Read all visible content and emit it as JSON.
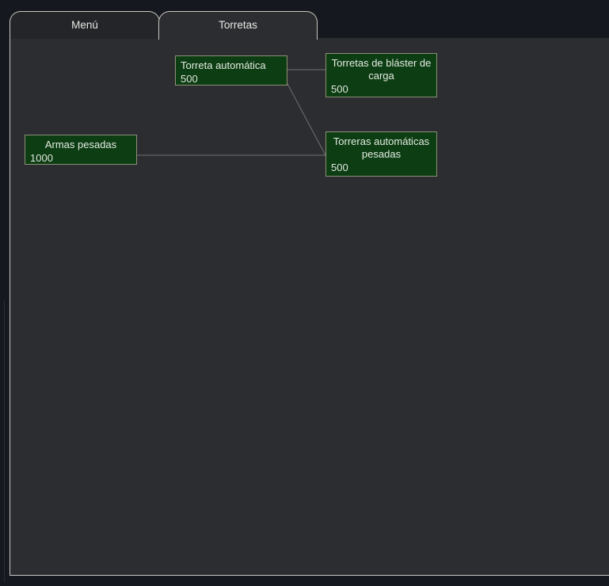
{
  "window": {
    "background_color": "#15181e",
    "panel_color": "#2b2d30",
    "border_color": "#c9c7c2"
  },
  "tabs": {
    "items": [
      {
        "id": "menu",
        "label": "Menú",
        "active": false
      },
      {
        "id": "torretas",
        "label": "Torretas",
        "active": true
      }
    ]
  },
  "tech_tree": {
    "node_fill_color": "#0d3d12",
    "node_border_color": "#8d8f78",
    "edge_color": "#6f716e",
    "nodes": [
      {
        "id": "torreta-automatica",
        "title": "Torreta automática",
        "cost": "500",
        "align": "left"
      },
      {
        "id": "blaster-carga",
        "title": "Torretas de bláster de carga",
        "cost": "500",
        "align": "center"
      },
      {
        "id": "automaticas-pesadas",
        "title": "Torreras automáticas pesadas",
        "cost": "500",
        "align": "center"
      },
      {
        "id": "armas-pesadas",
        "title": "Armas pesadas",
        "cost": "1000",
        "align": "center"
      }
    ],
    "edges": [
      {
        "from": "torreta-automatica",
        "to": "blaster-carga"
      },
      {
        "from": "torreta-automatica",
        "to": "automaticas-pesadas"
      },
      {
        "from": "armas-pesadas",
        "to": "automaticas-pesadas"
      }
    ]
  }
}
